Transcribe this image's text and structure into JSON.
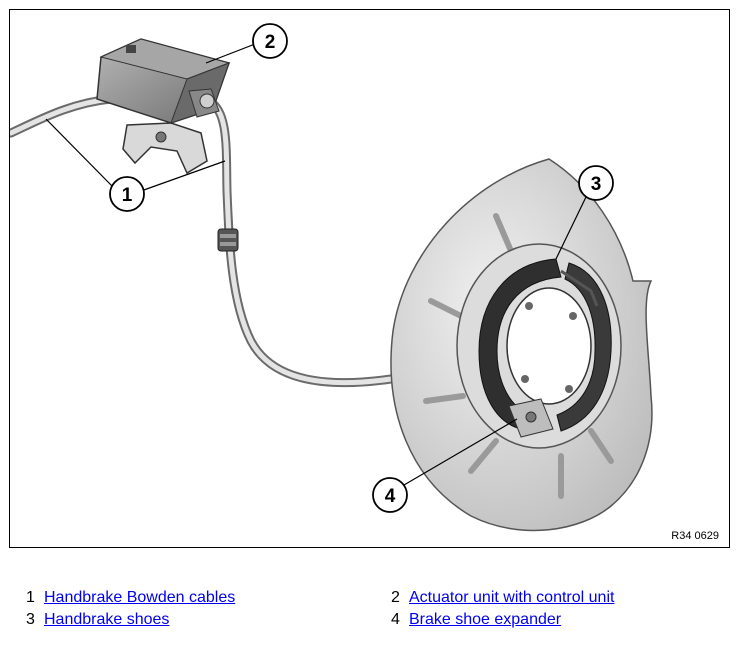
{
  "figure": {
    "code": "R34 0629"
  },
  "callouts": [
    "1",
    "2",
    "3",
    "4"
  ],
  "legend": [
    {
      "num": "1",
      "label": "Handbrake Bowden cables"
    },
    {
      "num": "2",
      "label": "Actuator unit with control unit"
    },
    {
      "num": "3",
      "label": "Handbrake shoes"
    },
    {
      "num": "4",
      "label": "Brake shoe expander"
    }
  ]
}
